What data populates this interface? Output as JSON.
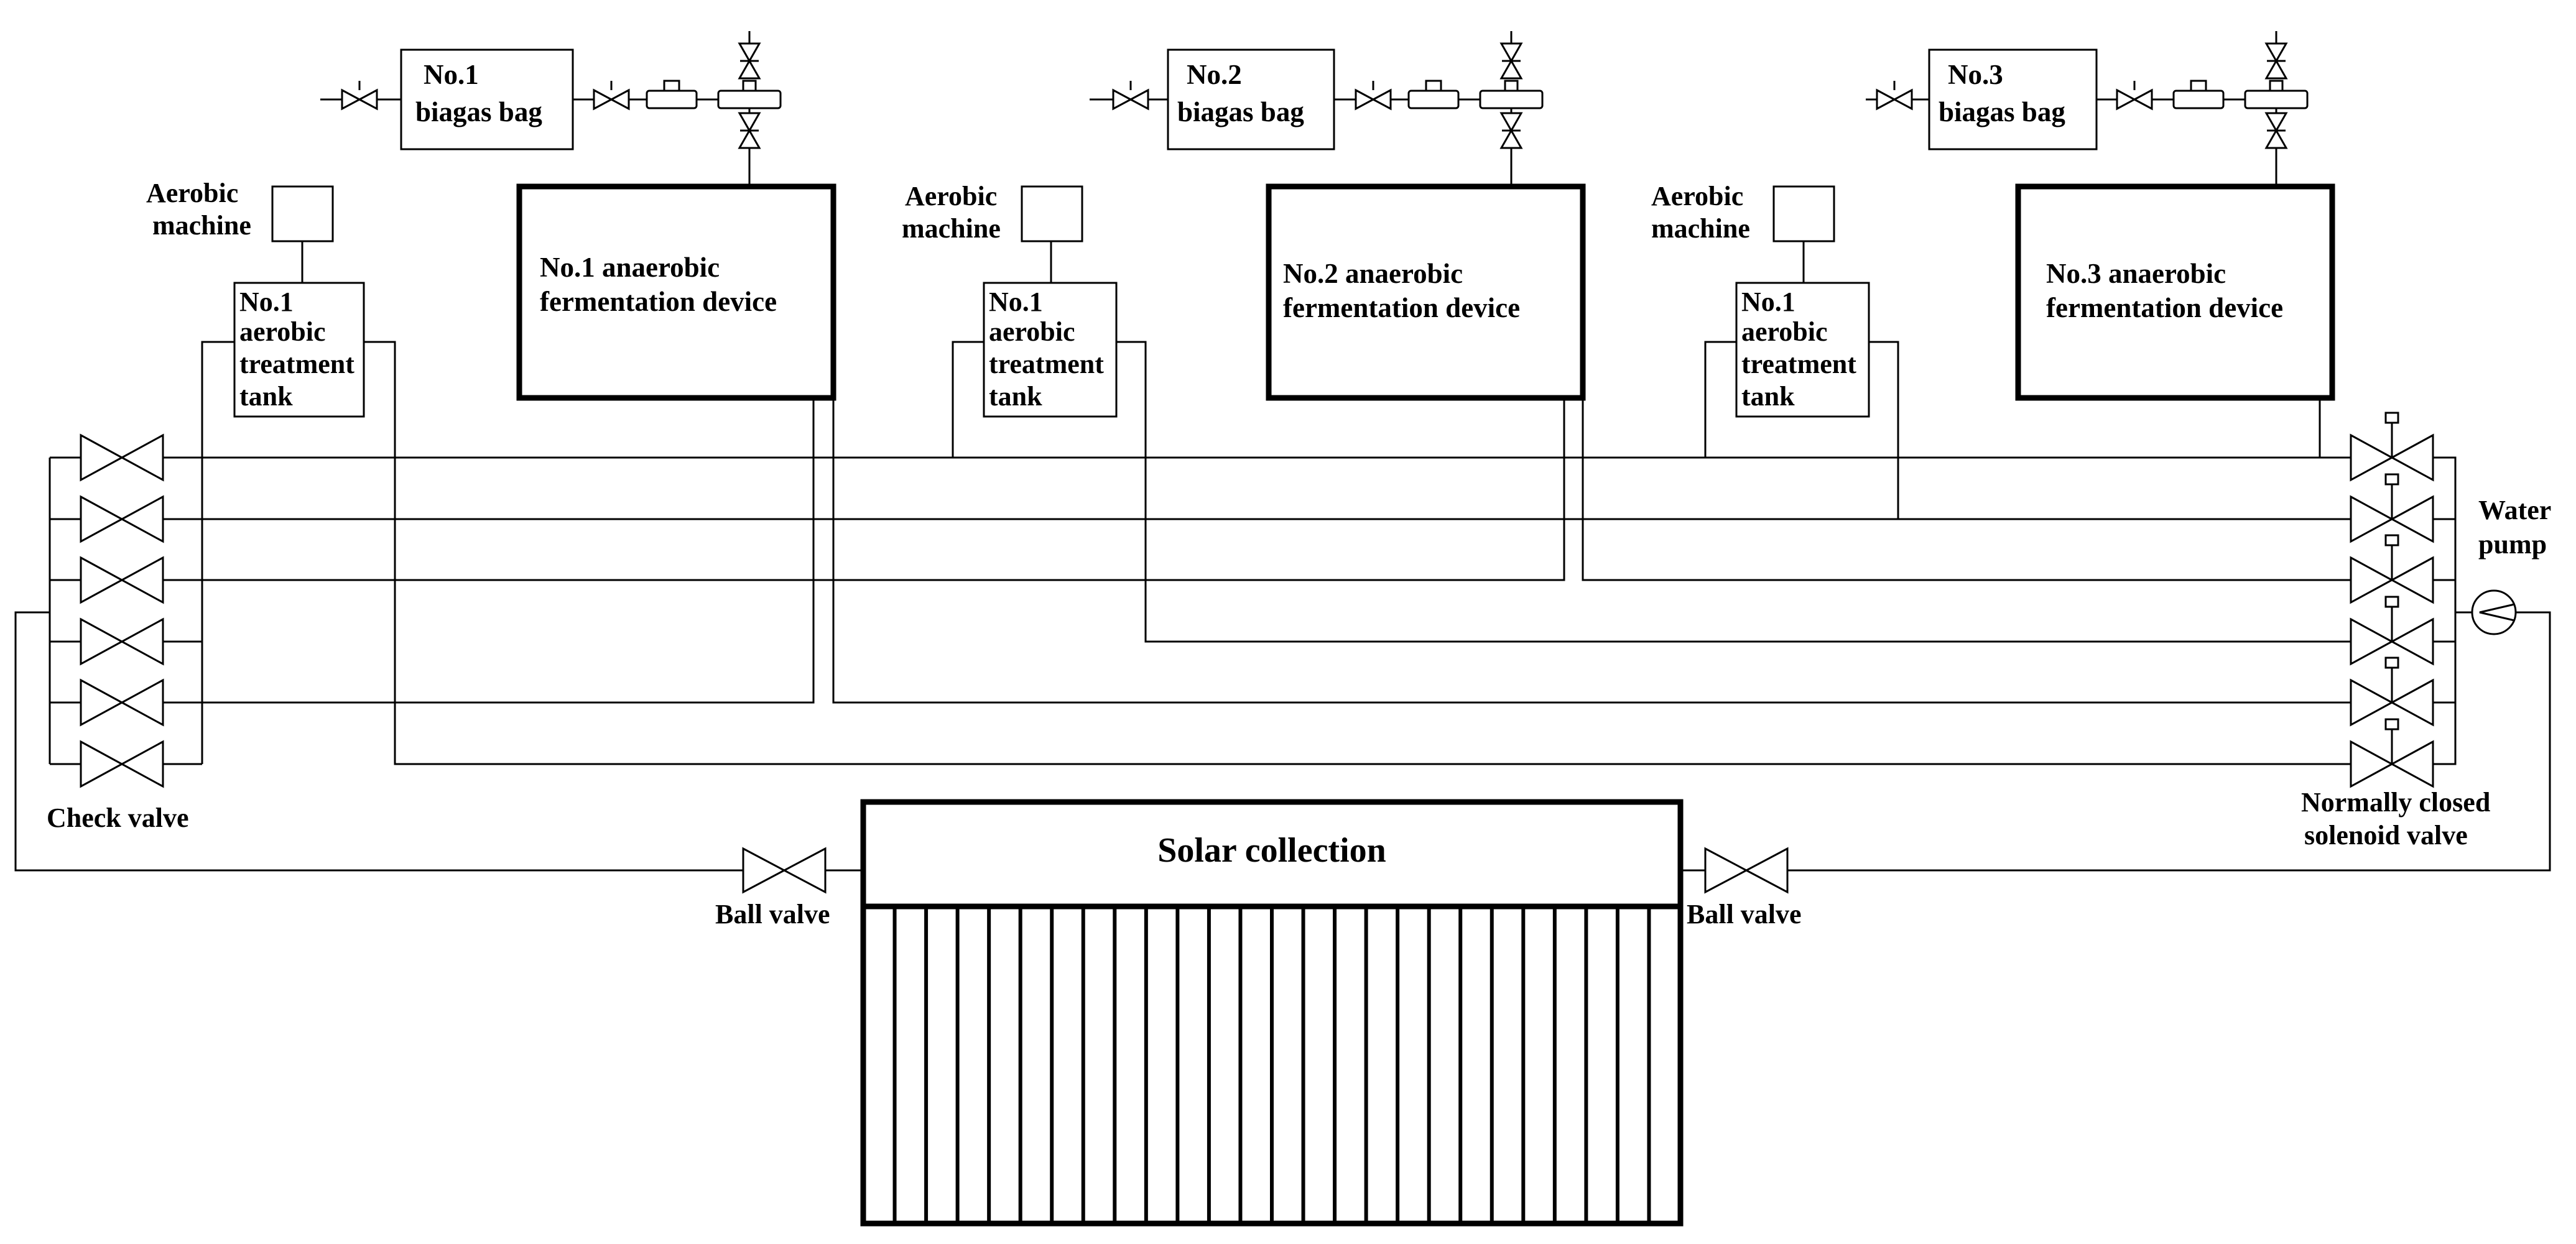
{
  "biogas_bags": [
    {
      "line1": "No.1",
      "line2": "biagas bag"
    },
    {
      "line1": "No.2",
      "line2": "biagas bag"
    },
    {
      "line1": "No.3",
      "line2": "biagas bag"
    }
  ],
  "aerobic_machines": [
    {
      "line1": "Aerobic",
      "line2": "machine"
    },
    {
      "line1": "Aerobic",
      "line2": "machine"
    },
    {
      "line1": "Aerobic",
      "line2": "machine"
    }
  ],
  "aerobic_tanks": [
    {
      "line1": "No.1",
      "line2": "aerobic",
      "line3": "treatment",
      "line4": "tank"
    },
    {
      "line1": "No.1",
      "line2": "aerobic",
      "line3": "treatment",
      "line4": "tank"
    },
    {
      "line1": "No.1",
      "line2": "aerobic",
      "line3": "treatment",
      "line4": "tank"
    }
  ],
  "anaerobic_devices": [
    {
      "line1": "No.1 anaerobic",
      "line2": "fermentation device"
    },
    {
      "line1": "No.2 anaerobic",
      "line2": "fermentation device"
    },
    {
      "line1": "No.3 anaerobic",
      "line2": "fermentation device"
    }
  ],
  "labels": {
    "check_valve": "Check valve",
    "ball_valve_left": "Ball valve",
    "ball_valve_right": "Ball valve",
    "solar": "Solar collection",
    "water_pump_line1": "Water",
    "water_pump_line2": "pump",
    "solenoid_line1": "Normally closed",
    "solenoid_line2": "solenoid valve"
  }
}
